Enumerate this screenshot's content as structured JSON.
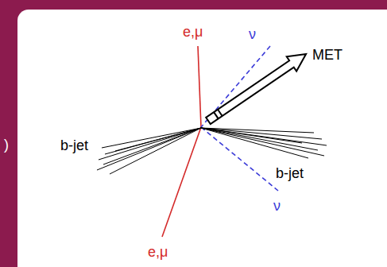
{
  "diagram": {
    "labels": [
      "e,μ",
      "ν",
      "MET",
      "b-jet",
      "b-jet",
      "ν",
      "e,μ",
      ")"
    ]
  }
}
